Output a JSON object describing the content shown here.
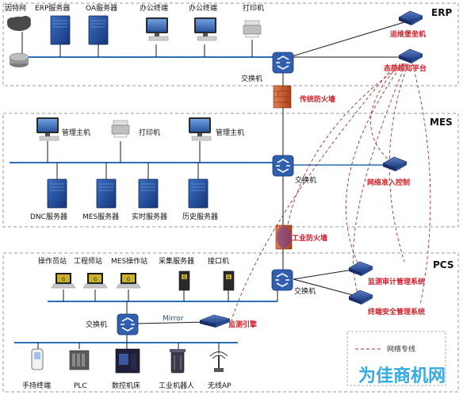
{
  "zones": {
    "erp": "ERP",
    "mes": "MES",
    "pcs": "PCS"
  },
  "erp": {
    "internet": "因特网",
    "erp_server": "ERP服务器",
    "oa_server": "OA服务器",
    "office_terminal_1": "办公终端",
    "office_terminal_2": "办公终端",
    "printer": "打印机",
    "switch": "交换机"
  },
  "security": {
    "bastion_host": "运维堡垒机",
    "situation_awareness": "态势感知平台",
    "traditional_firewall": "传统防火墙",
    "network_access_control": "网络准入控制",
    "industrial_firewall": "工业防火墙",
    "monitoring_audit": "监测审计管理系统",
    "endpoint_security": "终端安全管理系统",
    "monitoring_engine": "监测引擎"
  },
  "mes": {
    "mgmt_host_1": "管理主机",
    "printer": "打印机",
    "mgmt_host_2": "管理主机",
    "switch": "交换机",
    "dnc_server": "DNC服务器",
    "mes_server": "MES服务器",
    "realtime_server": "实时服务器",
    "history_server": "历史服务器"
  },
  "pcs": {
    "operator_station": "操作员站",
    "engineer_station": "工程师站",
    "mes_op_station": "MES操作站",
    "collect_server": "采集服务器",
    "interface_machine": "接口机",
    "switch_right": "交换机",
    "switch_left": "交换机",
    "mirror": "Mirror",
    "handheld": "手持终端",
    "plc": "PLC",
    "cnc": "数控机床",
    "robot": "工业机器人",
    "wireless_ap": "无线AP"
  },
  "legend": {
    "dedicated_line": "网络专线"
  },
  "watermark": "为佳商机网",
  "colors": {
    "bus": "#2b6fb5",
    "link": "#1a1a1a",
    "dashed": "#b03030",
    "zone_border": "#9a9a9a",
    "security_label": "#d0202a",
    "server": "#1f4d9a",
    "device_blue": "#2a4f9a",
    "firewall": "#c85a2a",
    "watermark": "#1fa3e0"
  }
}
